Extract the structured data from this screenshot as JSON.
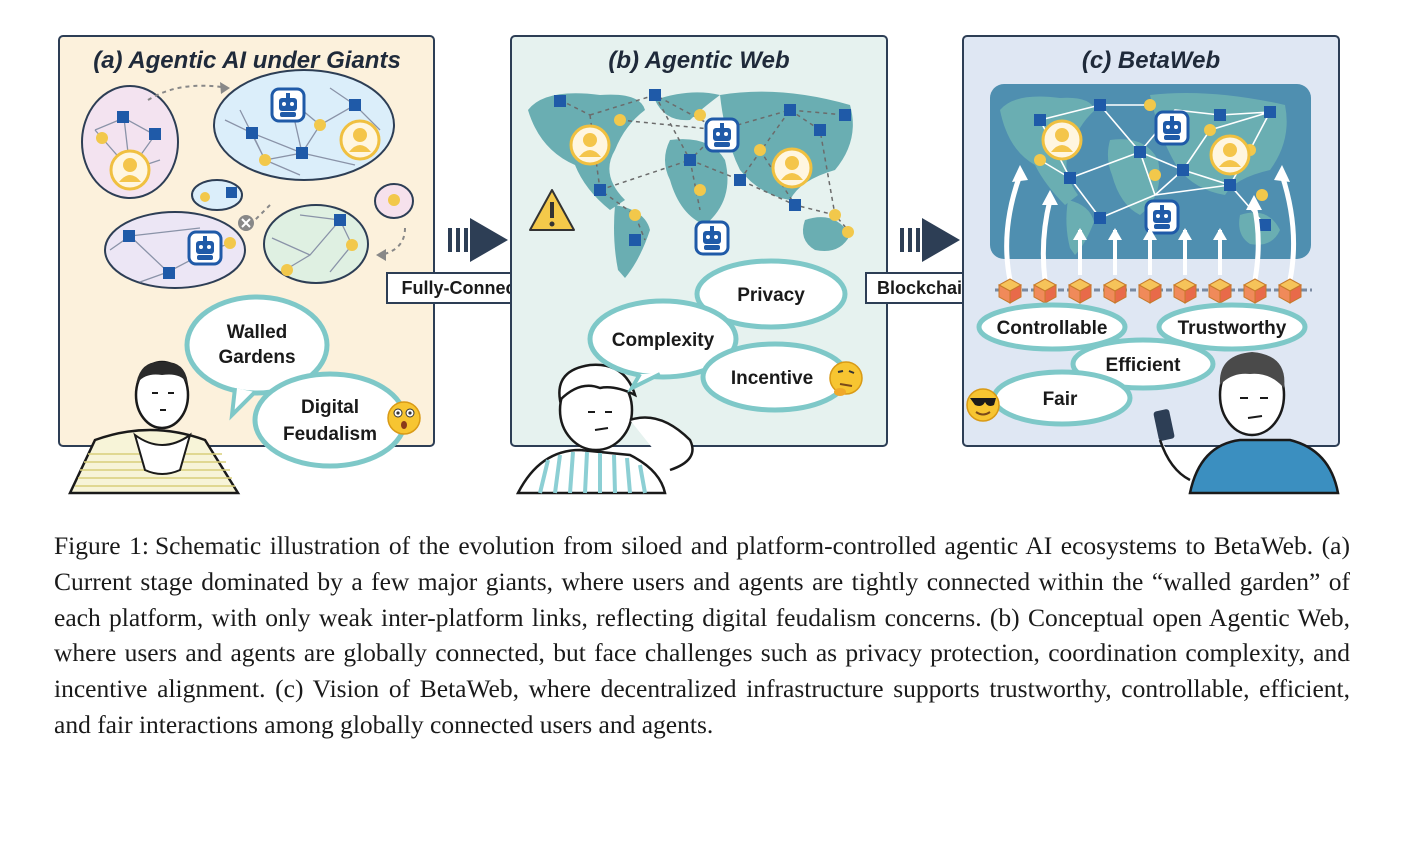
{
  "panels": {
    "a": {
      "title": "(a) Agentic AI under Giants",
      "bubbles": {
        "walled_line1": "Walled",
        "walled_line2": "Gardens",
        "feudal_line1": "Digital",
        "feudal_line2": "Feudalism"
      },
      "background": "#fcf1dc"
    },
    "b": {
      "title": "(b) Agentic Web",
      "bubbles": {
        "privacy": "Privacy",
        "complexity": "Complexity",
        "incentive": "Incentive"
      },
      "background": "#e6f2ef"
    },
    "c": {
      "title": "(c) BetaWeb",
      "bubbles": {
        "controllable": "Controllable",
        "trustworthy": "Trustworthy",
        "efficient": "Efficient",
        "fair": "Fair"
      },
      "background": "#dfe7f3"
    }
  },
  "arrows": {
    "fully_connected": "Fully-Connected",
    "blockchain": "Blockchain"
  },
  "colors": {
    "node_square": "#1f5aa8",
    "node_circle": "#f2c84b",
    "bubble_border": "#7ec8c8",
    "panel_border": "#2d3e55",
    "map": "#6aaeb2",
    "ocean": "#4f8fb0"
  },
  "icons": [
    "robot-icon",
    "user-icon",
    "warning-icon",
    "emoji-flushed-icon",
    "emoji-thinking-icon",
    "emoji-sunglasses-icon",
    "block-cube-icon"
  ],
  "caption": {
    "label": "Figure 1:",
    "text": "Schematic illustration of the evolution from siloed and platform-controlled agentic AI ecosystems to BetaWeb. (a) Current stage dominated by a few major giants, where users and agents are tightly connected within the “walled garden” of each platform, with only weak inter-platform links, reflecting digital feudalism concerns. (b) Conceptual open Agentic Web, where users and agents are globally connected, but face challenges such as privacy protection, coordination complexity, and incentive alignment. (c) Vision of BetaWeb, where decentralized infrastructure supports trustworthy, controllable, efficient, and fair interactions among globally connected users and agents."
  }
}
